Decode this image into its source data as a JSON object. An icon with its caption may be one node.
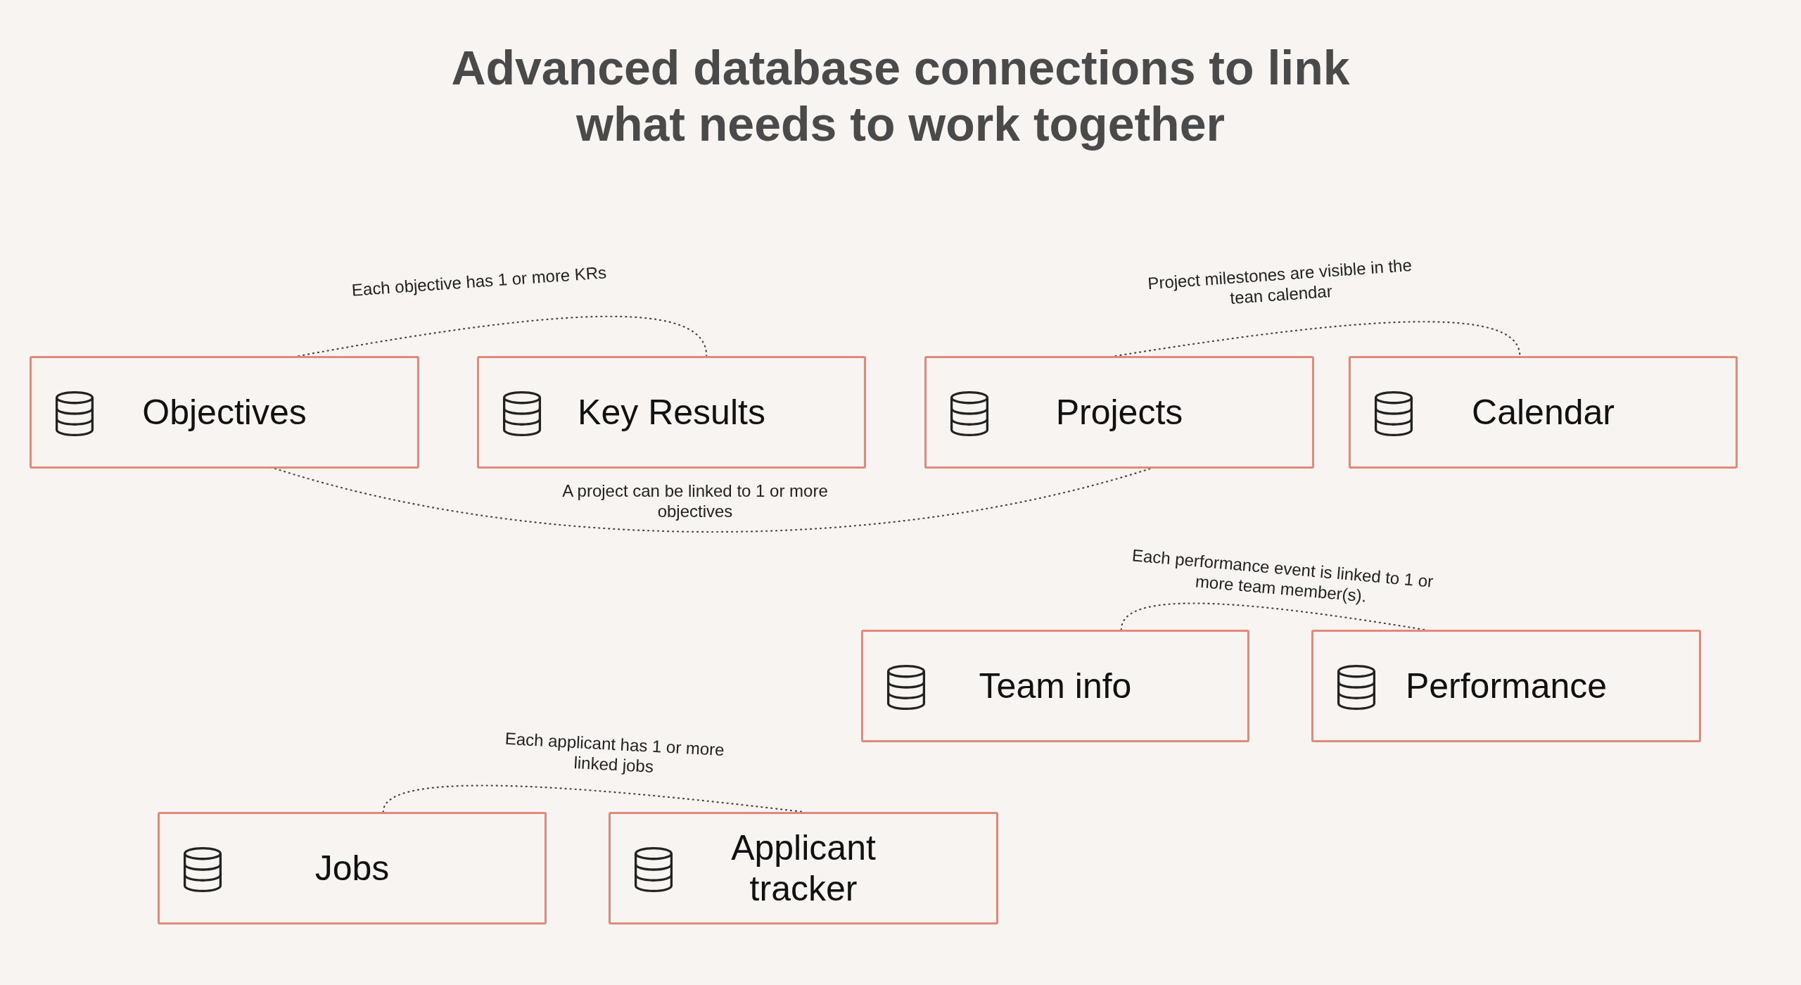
{
  "diagram": {
    "title": "Advanced database connections to link what needs to work together",
    "nodes": [
      {
        "text": [
          "Objectives"
        ]
      },
      {
        "text": [
          "Key Results"
        ]
      },
      {
        "text": [
          "Projects"
        ]
      },
      {
        "text": [
          "Calendar"
        ]
      },
      {
        "text": [
          "Team info"
        ]
      },
      {
        "text": [
          "Performance"
        ]
      },
      {
        "text": [
          "Jobs"
        ]
      },
      {
        "text": [
          "Applicant tracker"
        ]
      }
    ],
    "edges": [
      {
        "from": 0,
        "to": 1,
        "arrow": "none",
        "label": "Each objective has 1 or more KRs"
      },
      {
        "from": 2,
        "to": 3,
        "arrow": "none",
        "label": "Project milestones are visible in the tean calendar"
      },
      {
        "from": 0,
        "to": 2,
        "arrow": "none",
        "label": "A project can be linked to 1 or more objectives"
      },
      {
        "from": 4,
        "to": 5,
        "arrow": "none",
        "label": "Each performance event is linked to 1 or more team member(s)."
      },
      {
        "from": 6,
        "to": 7,
        "arrow": "none",
        "label": "Each applicant has 1 or more linked jobs"
      }
    ]
  }
}
